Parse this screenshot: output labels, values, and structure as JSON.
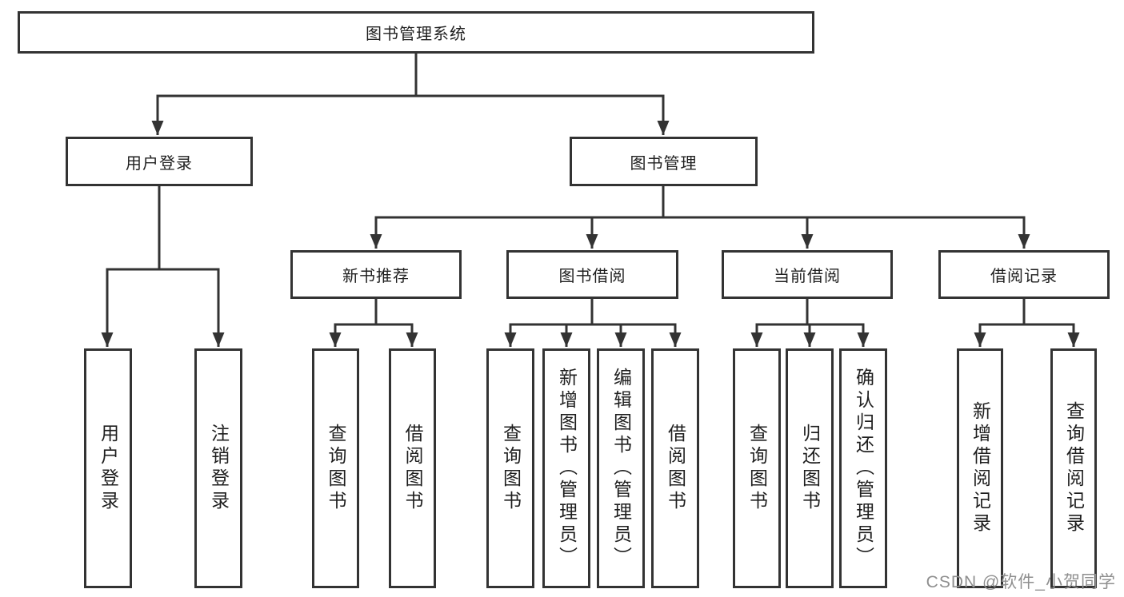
{
  "tree": {
    "root": {
      "label": "图书管理系统"
    },
    "children": [
      {
        "label": "用户登录",
        "children": [
          {
            "label": "用户登录"
          },
          {
            "label": "注销登录"
          }
        ]
      },
      {
        "label": "图书管理",
        "children": [
          {
            "label": "新书推荐",
            "children": [
              {
                "label": "查询图书"
              },
              {
                "label": "借阅图书"
              }
            ]
          },
          {
            "label": "图书借阅",
            "children": [
              {
                "label": "查询图书"
              },
              {
                "label": "新增图书（管理员）"
              },
              {
                "label": "编辑图书（管理员）"
              },
              {
                "label": "借阅图书"
              }
            ]
          },
          {
            "label": "当前借阅",
            "children": [
              {
                "label": "查询图书"
              },
              {
                "label": "归还图书"
              },
              {
                "label": "确认归还（管理员）"
              }
            ]
          },
          {
            "label": "借阅记录",
            "children": [
              {
                "label": "新增借阅记录"
              },
              {
                "label": "查询借阅记录"
              }
            ]
          }
        ]
      }
    ]
  },
  "watermark": "CSDN @软件_小贺同学",
  "colors": {
    "line": "#333333",
    "background": "#ffffff",
    "watermark": "#8f8f8f"
  }
}
